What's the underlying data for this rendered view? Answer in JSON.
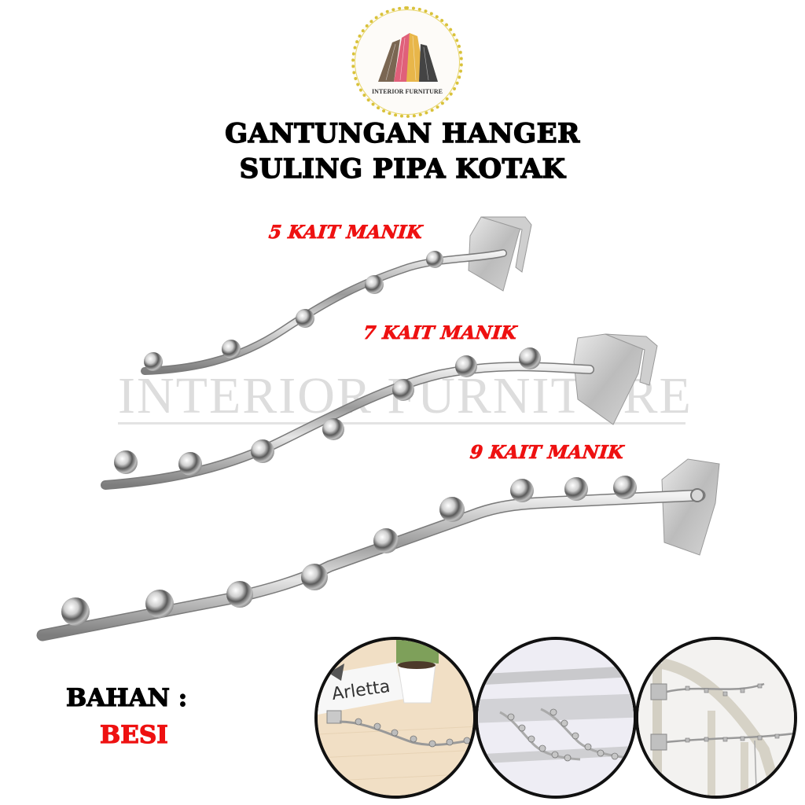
{
  "logo": {
    "brand_text": "INTERIOR FURNITURE",
    "icon": "building-columns-icon",
    "colors": [
      "#7a6652",
      "#e0607a",
      "#e8b64a",
      "#444444"
    ],
    "ring_color": "#d9c23a"
  },
  "title": {
    "line1": "GANTUNGAN HANGER",
    "line2": "SULING PIPA KOTAK"
  },
  "variants": [
    {
      "label": "5 KAIT MANIK",
      "hooks": 5
    },
    {
      "label": "7 KAIT MANIK",
      "hooks": 7
    },
    {
      "label": "9 KAIT MANIK",
      "hooks": 9
    }
  ],
  "watermark": "INTERIOR FURNITURE",
  "material": {
    "label": "BAHAN :",
    "value": "BESI"
  },
  "photos": [
    {
      "name": "photo-desk",
      "caption_text": "Arletta"
    },
    {
      "name": "photo-rack-rails"
    },
    {
      "name": "photo-rack-pole"
    }
  ],
  "colors": {
    "accent_red": "#ee1111",
    "text_black": "#000000",
    "chrome": "#c8c8c8"
  }
}
